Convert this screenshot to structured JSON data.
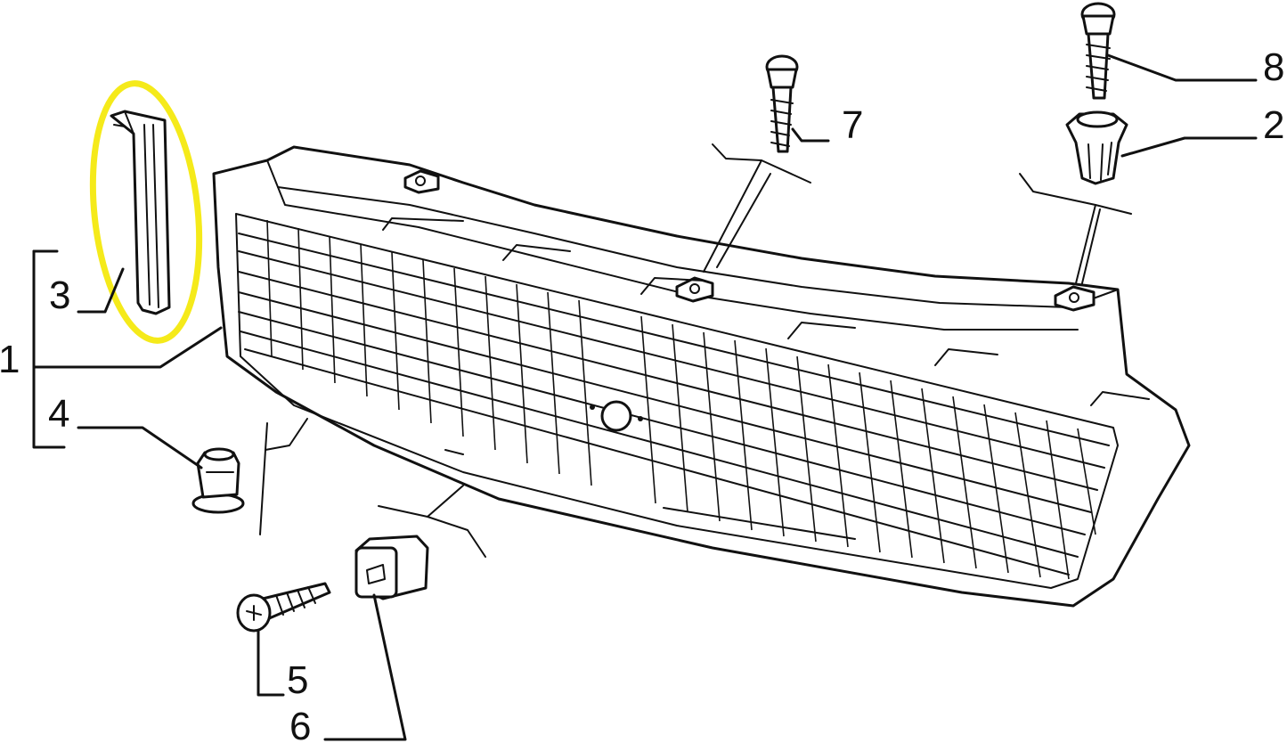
{
  "callouts": [
    {
      "id": "1",
      "text": "1"
    },
    {
      "id": "2",
      "text": "2"
    },
    {
      "id": "3",
      "text": "3"
    },
    {
      "id": "4",
      "text": "4"
    },
    {
      "id": "5",
      "text": "5"
    },
    {
      "id": "6",
      "text": "6"
    },
    {
      "id": "7",
      "text": "7"
    },
    {
      "id": "8",
      "text": "8"
    }
  ],
  "highlight": {
    "color": "#f5ea1a",
    "part": "3"
  }
}
